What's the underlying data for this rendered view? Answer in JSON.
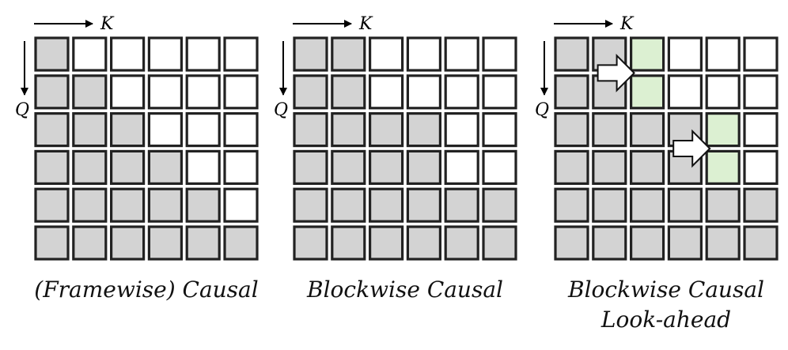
{
  "axes": {
    "k_label": "K",
    "q_label": "Q"
  },
  "colors": {
    "masked": "#d3d3d3",
    "unmasked": "#ffffff",
    "lookahead": "#dcf0d2",
    "border": "#222222"
  },
  "panels": [
    {
      "id": "framewise-causal",
      "caption": [
        "(Framewise) Causal"
      ],
      "grid": [
        [
          "m",
          "u",
          "u",
          "u",
          "u",
          "u"
        ],
        [
          "m",
          "m",
          "u",
          "u",
          "u",
          "u"
        ],
        [
          "m",
          "m",
          "m",
          "u",
          "u",
          "u"
        ],
        [
          "m",
          "m",
          "m",
          "m",
          "u",
          "u"
        ],
        [
          "m",
          "m",
          "m",
          "m",
          "m",
          "u"
        ],
        [
          "m",
          "m",
          "m",
          "m",
          "m",
          "m"
        ]
      ],
      "arrows": []
    },
    {
      "id": "blockwise-causal",
      "caption": [
        "Blockwise Causal"
      ],
      "grid": [
        [
          "m",
          "m",
          "u",
          "u",
          "u",
          "u"
        ],
        [
          "m",
          "m",
          "u",
          "u",
          "u",
          "u"
        ],
        [
          "m",
          "m",
          "m",
          "m",
          "u",
          "u"
        ],
        [
          "m",
          "m",
          "m",
          "m",
          "u",
          "u"
        ],
        [
          "m",
          "m",
          "m",
          "m",
          "m",
          "m"
        ],
        [
          "m",
          "m",
          "m",
          "m",
          "m",
          "m"
        ]
      ],
      "arrows": []
    },
    {
      "id": "blockwise-causal-lookahead",
      "caption": [
        "Blockwise Causal",
        "Look-ahead"
      ],
      "grid": [
        [
          "m",
          "m",
          "g",
          "u",
          "u",
          "u"
        ],
        [
          "m",
          "m",
          "g",
          "u",
          "u",
          "u"
        ],
        [
          "m",
          "m",
          "m",
          "m",
          "g",
          "u"
        ],
        [
          "m",
          "m",
          "m",
          "m",
          "g",
          "u"
        ],
        [
          "m",
          "m",
          "m",
          "m",
          "m",
          "m"
        ],
        [
          "m",
          "m",
          "m",
          "m",
          "m",
          "m"
        ]
      ],
      "arrows": [
        {
          "row": 0.5,
          "col": 2
        },
        {
          "row": 2.5,
          "col": 4
        }
      ]
    }
  ]
}
